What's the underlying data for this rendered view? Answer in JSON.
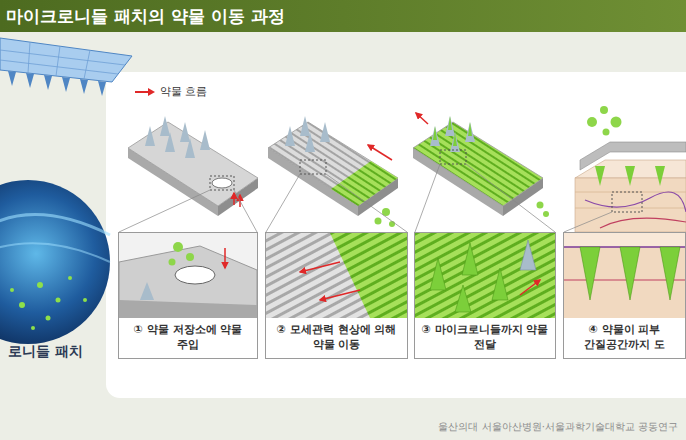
{
  "diagram": {
    "title": "마이크로니들 패치의 약물 이동 과정",
    "nodes": [
      {
        "text": [
          "① 약물 저장소에 약물 주입"
        ]
      },
      {
        "text": [
          "② 모세관력 현상에 의해 약물 이동"
        ]
      },
      {
        "text": [
          "③ 마이크로니들까지 약물 전달"
        ]
      },
      {
        "text": [
          "④ 약물이 피부 간질공간까지 도"
        ]
      }
    ],
    "labels": [
      "로니들 패치",
      "울산의대 서울아산병원·서울과학기술대학교 공동연구"
    ],
    "legend": [
      {
        "text": "약물 흐름"
      }
    ]
  }
}
